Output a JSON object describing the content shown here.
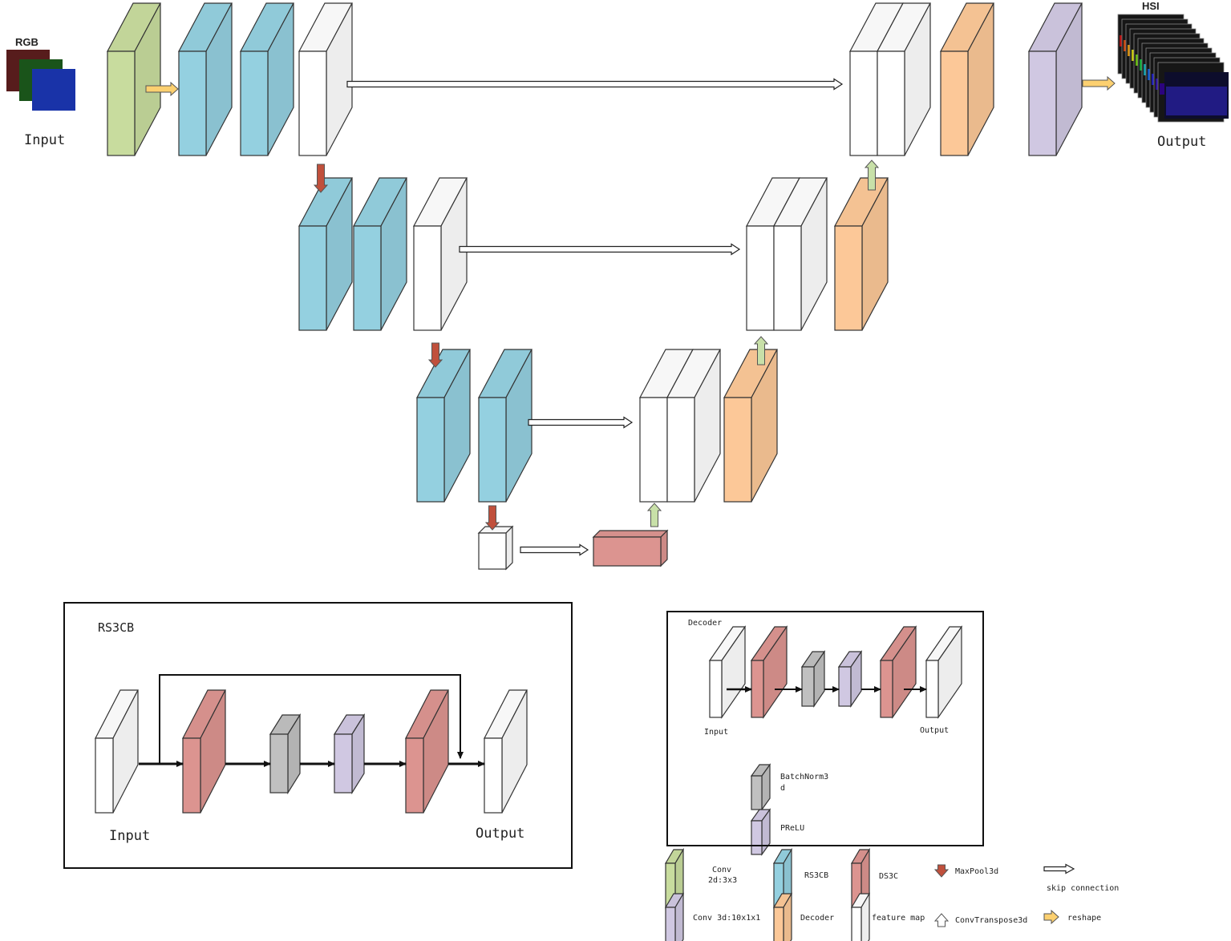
{
  "labels": {
    "rgb": "RGB",
    "hsi": "HSI",
    "input": "Input",
    "output": "Output"
  },
  "rs3cb_box": {
    "title": "RS3CB",
    "input": "Input",
    "output": "Output"
  },
  "decoder_box": {
    "title": "Decoder",
    "input": "Input",
    "output": "Output",
    "batchnorm": "BatchNorm3",
    "batchnorm_wrap": "d",
    "prelu": "PReLU"
  },
  "legend": {
    "conv2d_l1": "Conv",
    "conv2d_l2": "2d:3x3",
    "conv3d": "Conv 3d:10x1x1",
    "rs3cb": "RS3CB",
    "decoder": "Decoder",
    "ds3c": "DS3C",
    "feature_map": "feature map",
    "maxpool": "MaxPool3d",
    "convtranspose": "ConvTranspose3d",
    "skip": "skip connection",
    "reshape": "reshape"
  },
  "colors": {
    "conv2d": "#c8dc9e",
    "rs3cb": "#94d0e0",
    "feature_map": "#ffffff",
    "decoder": "#fcc898",
    "conv3d": "#d0c8e2",
    "ds3c": "#dc9490",
    "batchnorm": "#c0c0c0",
    "prelu": "#d0c8e2",
    "maxpool_arrow": "#c0503c",
    "convtranspose_arrow": "#c8e0a8",
    "reshape_arrow": "#fcd070"
  }
}
